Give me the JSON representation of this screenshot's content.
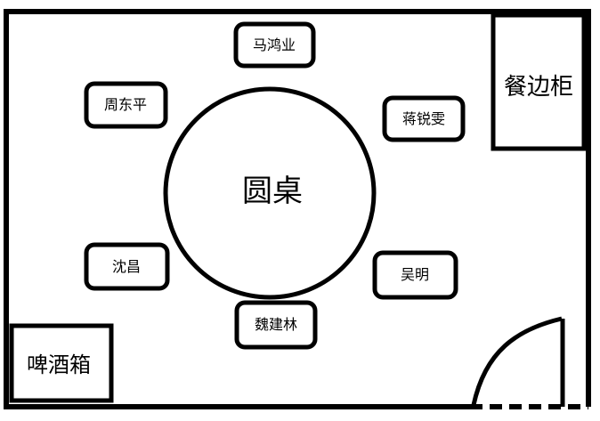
{
  "table": {
    "label": "圆桌"
  },
  "seats": [
    {
      "name": "马鸿业"
    },
    {
      "name": "蒋锐雯"
    },
    {
      "name": "吴明"
    },
    {
      "name": "魏建林"
    },
    {
      "name": "沈昌"
    },
    {
      "name": "周东平"
    }
  ],
  "furniture": {
    "sideboard": "餐边柜",
    "beer_box": "啤酒箱"
  },
  "colors": {
    "line": "#000000",
    "background": "#ffffff"
  }
}
